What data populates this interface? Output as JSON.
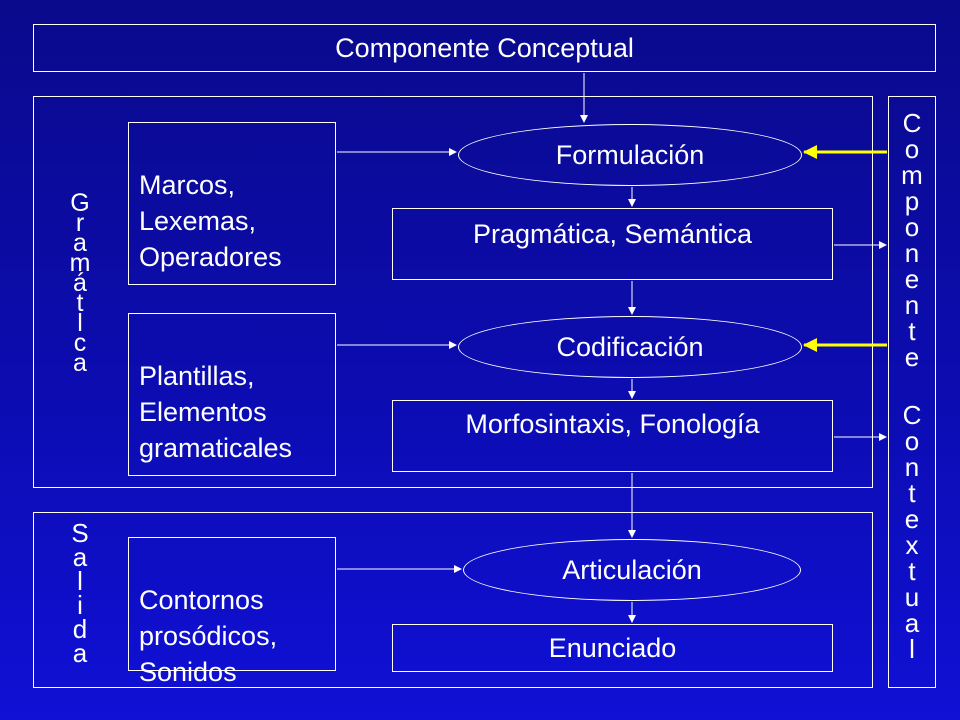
{
  "title": "Componente Conceptual",
  "side_labels": {
    "gramatica": "Gramátlca",
    "salida": "Salida",
    "componente": "Componente",
    "contextual": "Contextual"
  },
  "inputs": {
    "marcos": "Marcos,\nLexemas,\nOperadores",
    "plantillas": "Plantillas,\nElementos\ngramaticales",
    "contornos": "Contornos\nprosódicos,\nSonidos"
  },
  "processes": {
    "formulacion": "Formulación",
    "codificacion": "Codificación",
    "articulacion": "Articulación"
  },
  "outputs": {
    "pragmatica": "Pragmática, Semántica",
    "morfosintaxis": "Morfosintaxis, Fonología",
    "enunciado": "Enunciado"
  },
  "colors": {
    "background_top": "#0a0a8c",
    "background_bottom": "#1010d6",
    "line": "#ffffff",
    "feedback_arrow": "#ffff00"
  }
}
